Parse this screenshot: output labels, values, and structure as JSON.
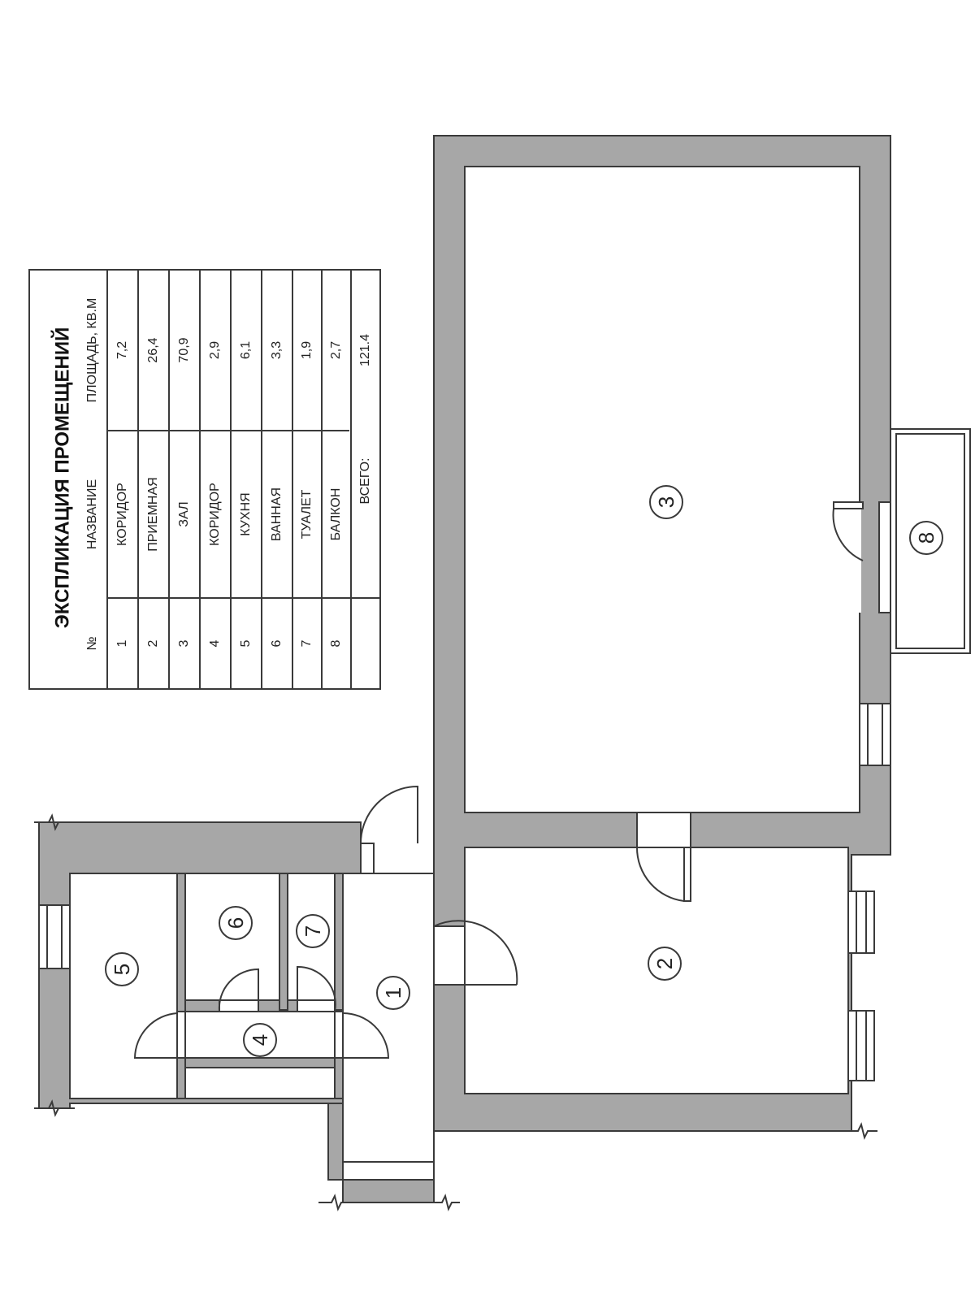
{
  "explication": {
    "title": "ЭКСПЛИКАЦИЯ ПРОМЕЩЕНИЙ",
    "headers": {
      "number": "№",
      "name": "НАЗВАНИЕ",
      "area": "ПЛОЩАДЬ, КВ.М"
    },
    "rows": [
      {
        "number": "1",
        "name": "КОРИДОР",
        "area": "7,2"
      },
      {
        "number": "2",
        "name": "ПРИЕМНАЯ",
        "area": "26,4"
      },
      {
        "number": "3",
        "name": "ЗАЛ",
        "area": "70,9"
      },
      {
        "number": "4",
        "name": "КОРИДОР",
        "area": "2,9"
      },
      {
        "number": "5",
        "name": "КУХНЯ",
        "area": "6,1"
      },
      {
        "number": "6",
        "name": "ВАННАЯ",
        "area": "3,3"
      },
      {
        "number": "7",
        "name": "ТУАЛЕТ",
        "area": "1,9"
      },
      {
        "number": "8",
        "name": "БАЛКОН",
        "area": "2,7"
      }
    ],
    "total_label": "ВСЕГО:",
    "total_value": "121.4"
  },
  "room_labels": [
    "1",
    "2",
    "3",
    "4",
    "5",
    "6",
    "7",
    "8"
  ],
  "colors": {
    "wall": "#a7a7a7",
    "line": "#3a3a3a",
    "background": "#ffffff"
  }
}
